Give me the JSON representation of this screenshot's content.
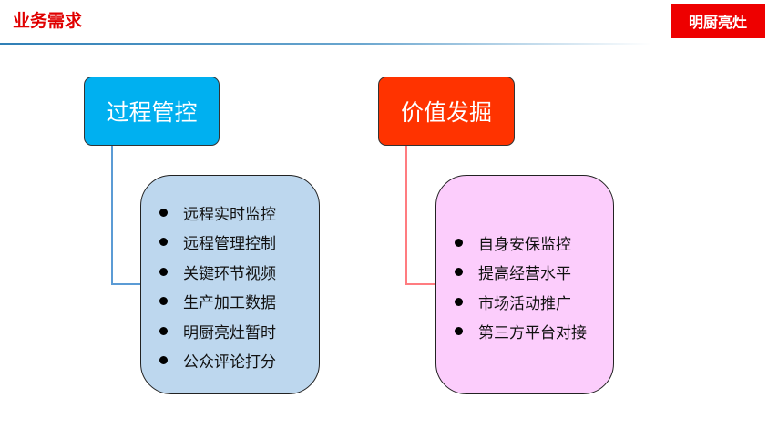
{
  "header": {
    "title": "业务需求",
    "brand": "明厨亮灶"
  },
  "diagram": {
    "left": {
      "heading": "过程管控",
      "items": [
        "远程实时监控",
        "远程管理控制",
        "关键环节视频",
        "生产加工数据",
        "明厨亮灶暂时",
        "公众评论打分"
      ]
    },
    "right": {
      "heading": "价值发掘",
      "items": [
        "自身安保监控",
        "提高经营水平",
        "市场活动推广",
        "第三方平台对接"
      ]
    }
  },
  "colors": {
    "title_red": "#e00000",
    "brand_bg": "#ee0000",
    "left_heading_bg": "#00b0f0",
    "right_heading_bg": "#ff3300",
    "left_card_bg": "#bdd7ee",
    "right_card_bg": "#fccdfc",
    "left_connector": "#5b9bd5",
    "right_connector": "#ff7c80"
  }
}
